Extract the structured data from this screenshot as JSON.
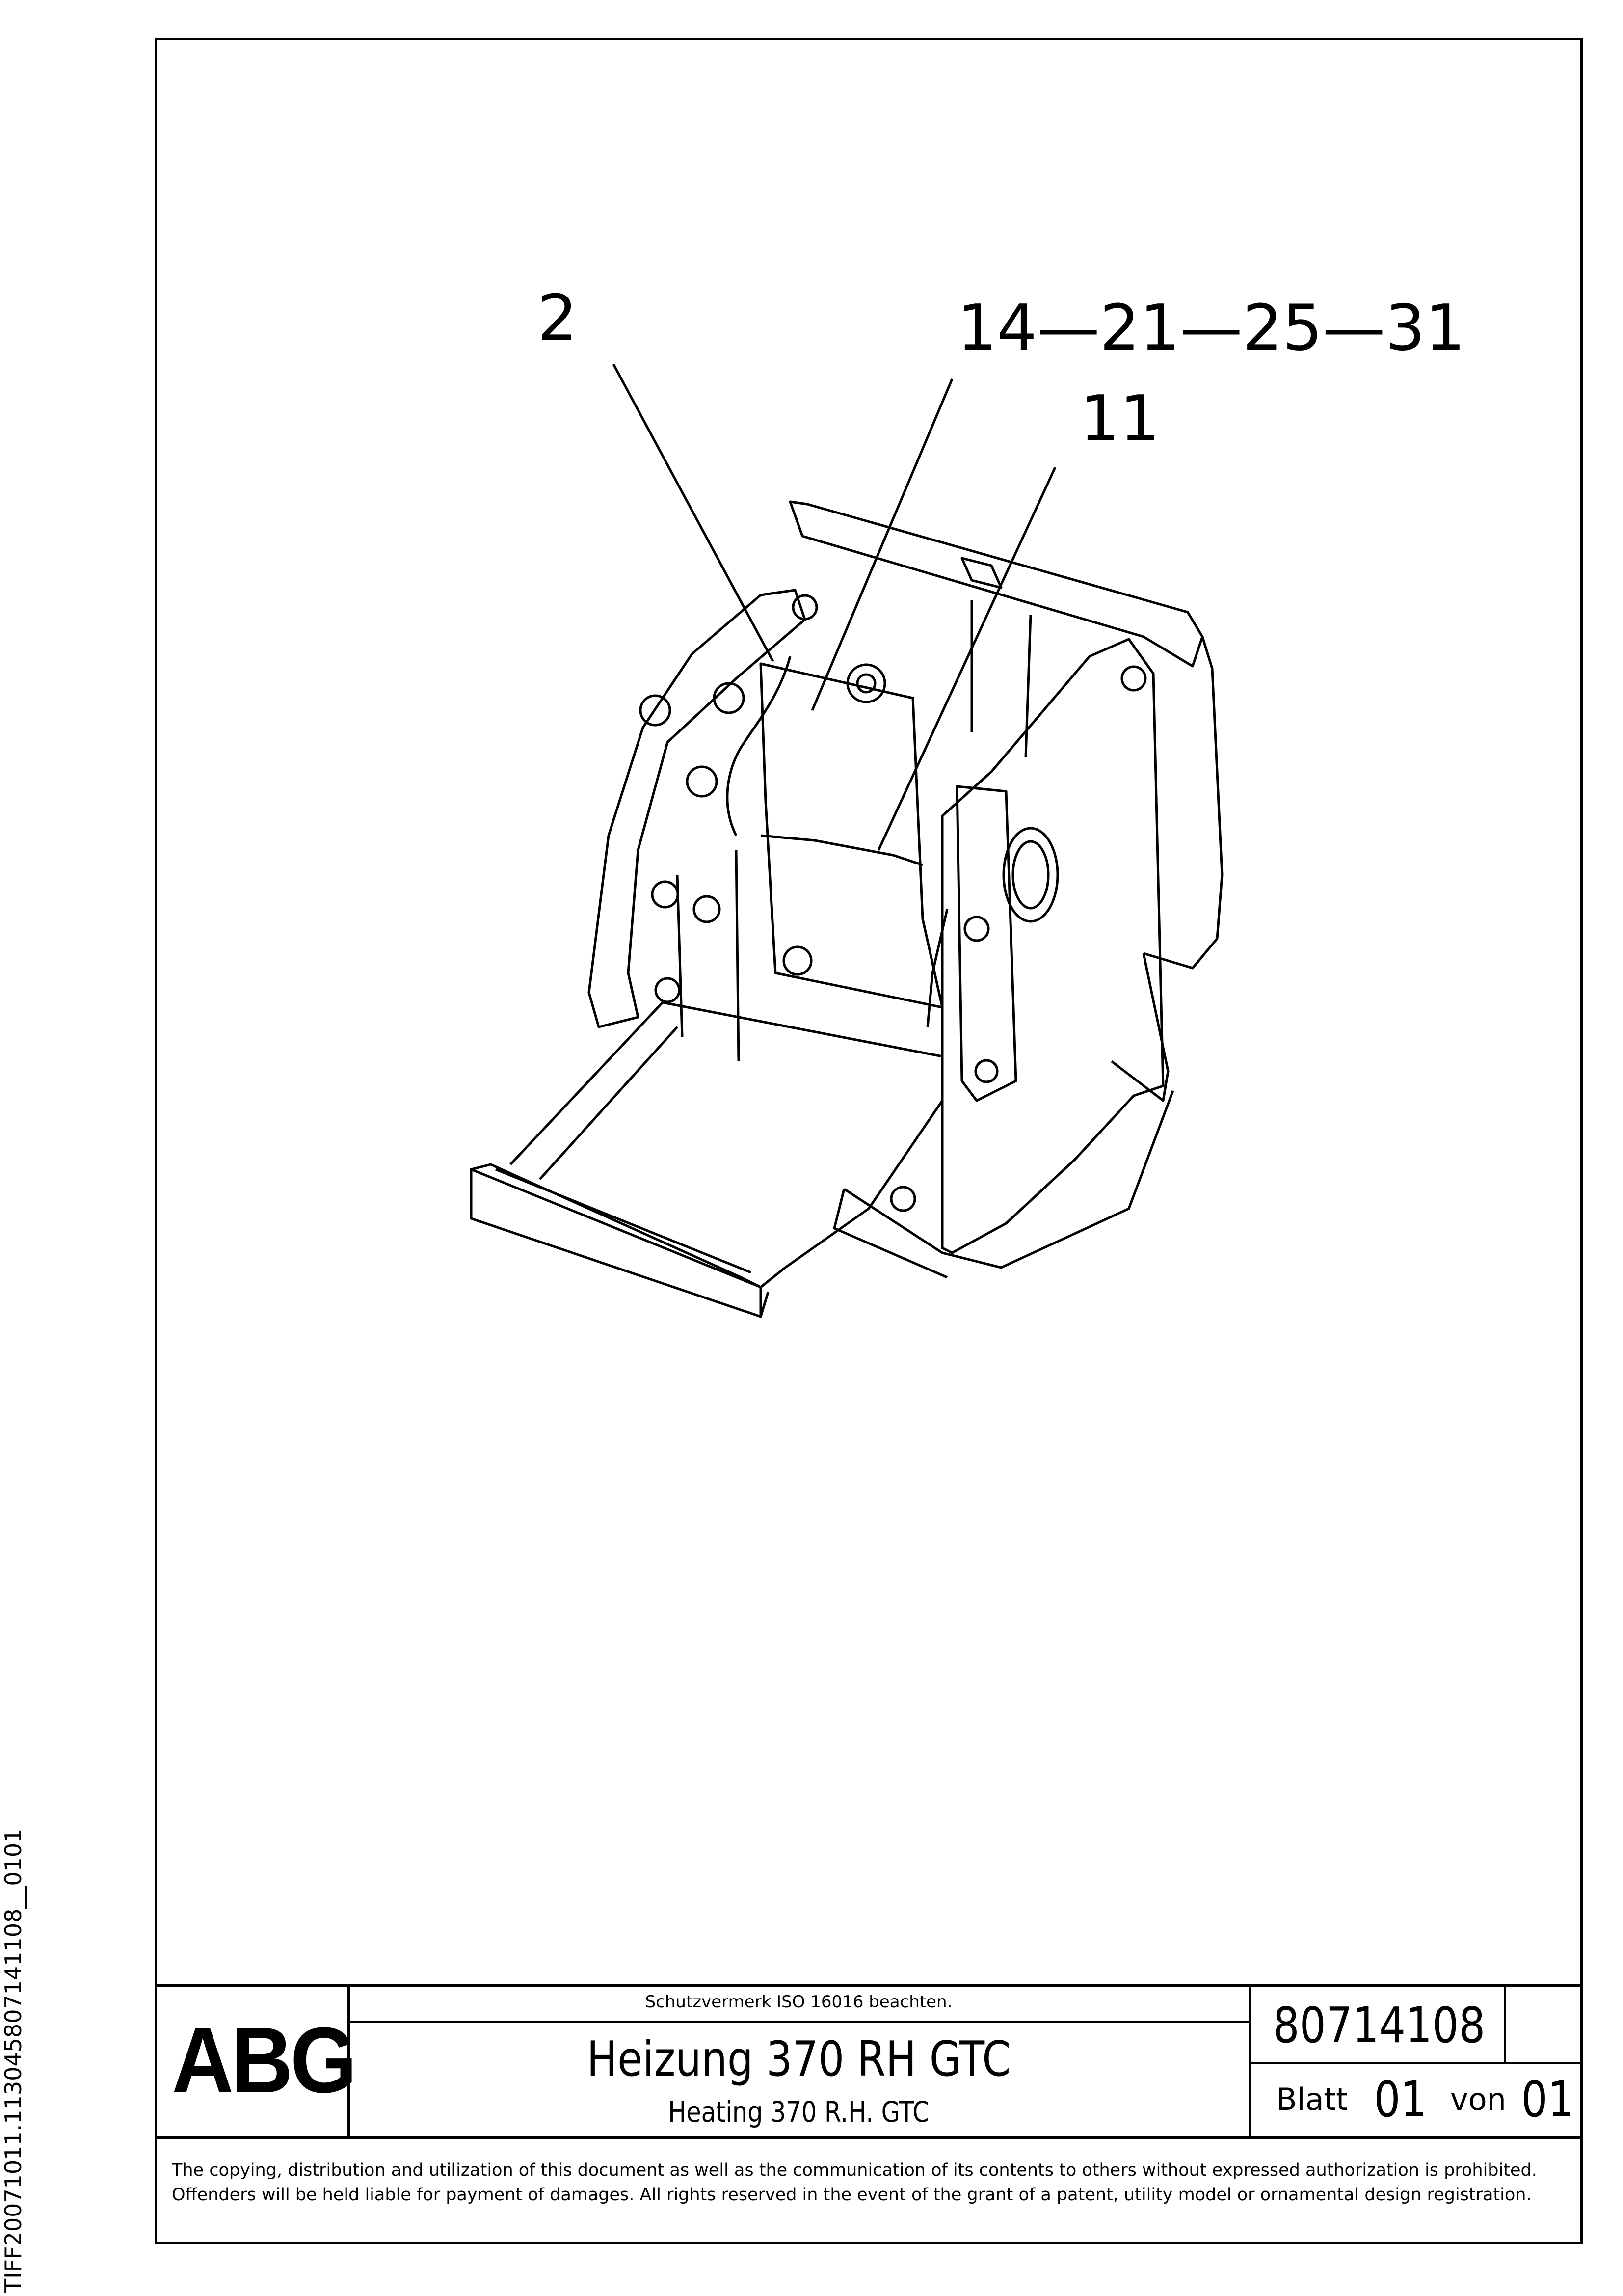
{
  "callouts": {
    "c1": "2",
    "c2": "14—21—25—31",
    "c3": "11"
  },
  "titleblock": {
    "logo": "ABG",
    "note": "Schutzvermerk ISO 16016 beachten.",
    "title_de": "Heizung 370 RH GTC",
    "title_en": "Heating 370 R.H. GTC",
    "doc_number": "80714108",
    "sheet_label": "Blatt",
    "sheet_value": "01",
    "of_label": "von",
    "of_value": "01"
  },
  "copyright": "The copying, distribution and utilization of this document as well as the communication of its contents to others without expressed authorization is prohibited. Offenders will be held liable for payment of damages. All rights reserved in the event of the grant of a patent, utility model or ornamental design registration.",
  "side_code": "TIFF20071011.113045807141108__0101"
}
